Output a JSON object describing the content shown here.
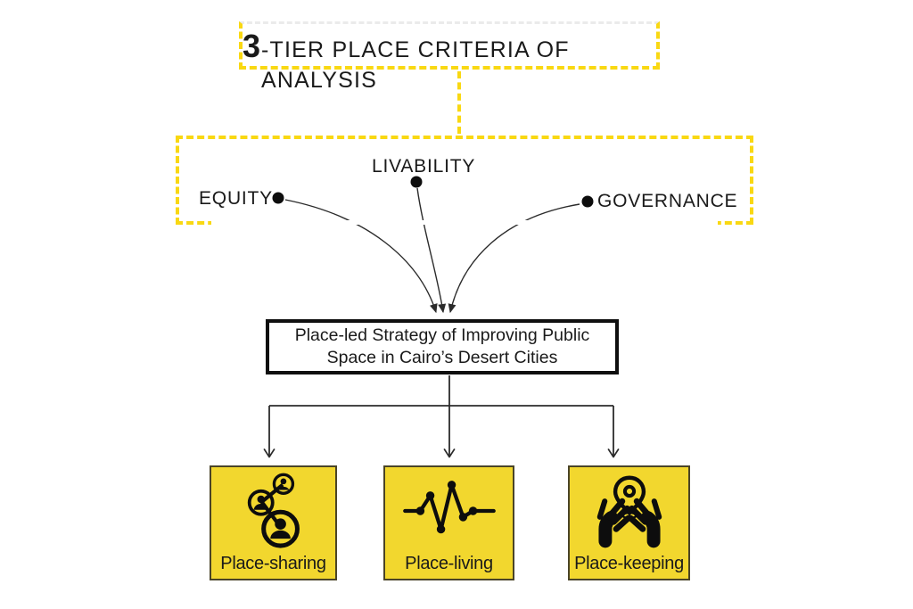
{
  "title": {
    "prefix": "3",
    "suffix": "-TIER PLACE CRITERIA OF ANALYSIS"
  },
  "criteria": {
    "items": [
      {
        "label": "EQUITY"
      },
      {
        "label": "LIVABILITY"
      },
      {
        "label": "GOVERNANCE"
      }
    ]
  },
  "strategy": {
    "label": "Place-led Strategy of Improving Public Space in Cairo’s Desert Cities"
  },
  "outcomes": {
    "items": [
      {
        "label": "Place-sharing",
        "icon": "people-network-icon"
      },
      {
        "label": "Place-living",
        "icon": "pulse-line-icon"
      },
      {
        "label": "Place-keeping",
        "icon": "hands-location-pin-icon"
      }
    ]
  },
  "colors": {
    "dash_yellow": "#f9d812",
    "tile_yellow": "#f2d72e",
    "tile_border": "#4a4427",
    "ink": "#1a1a1a",
    "line": "#2b2b2b"
  }
}
